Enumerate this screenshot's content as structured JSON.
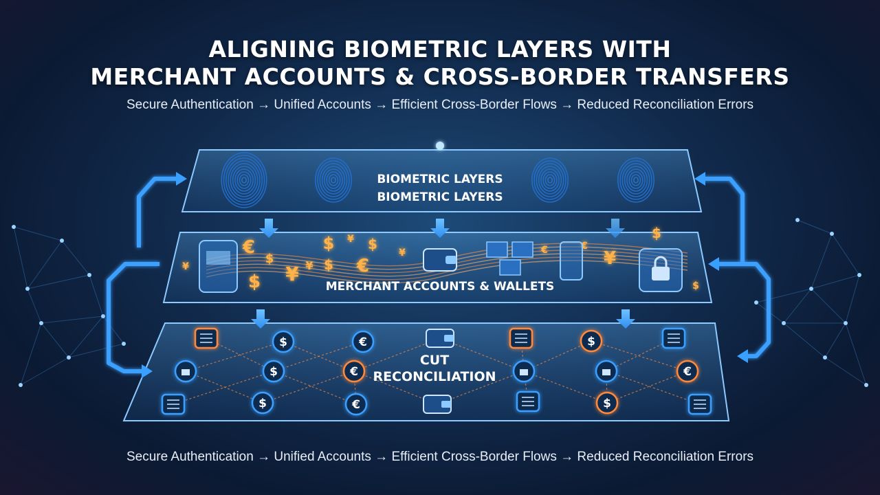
{
  "header": {
    "title_line1": "ALIGNING BIOMETRIC LAYERS WITH",
    "title_line2": "MERCHANT ACCOUNTS & CROSS-BORDER TRANSFERS",
    "subtitle": "Secure Authentication → Unified Accounts → Efficient Cross-Border Flows → Reduced Reconciliation Errors"
  },
  "layers": {
    "biometric": {
      "label_line1": "BIOMETRIC LAYERS",
      "label_line2": "BIOMETRIC LAYERS"
    },
    "merchant": {
      "label": "MERCHANT ACCOUNTS & WALLETS"
    },
    "reconciliation": {
      "label_line1": "CUT",
      "label_line2": "RECONCILIATION"
    }
  },
  "currency_symbols": {
    "dollar": "$",
    "euro": "€",
    "yen": "¥"
  },
  "footer": {
    "caption": "Secure Authentication → Unified Accounts → Efficient Cross-Border Flows → Reduced Reconciliation Errors"
  },
  "colors": {
    "accent_blue": "#3aa0ff",
    "accent_orange": "#ff8a3a",
    "panel_edge": "#7fc4ff"
  }
}
